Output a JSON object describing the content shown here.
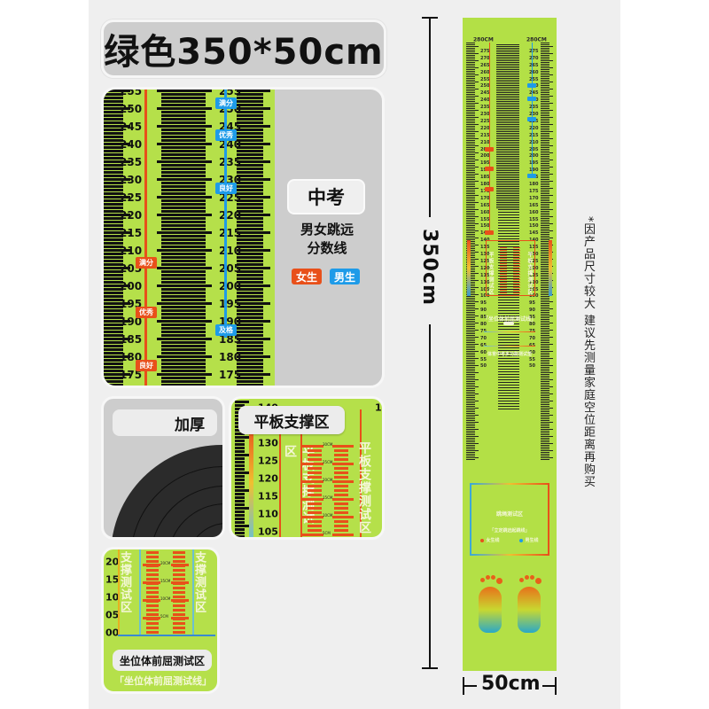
{
  "title": "绿色350*50cm",
  "colors": {
    "mat_green": "#b5e04a",
    "panel_gray": "#cdcdcd",
    "stage_bg": "#efefef",
    "girls_orange": "#e8501a",
    "boys_blue": "#1e9be8",
    "text_dark": "#111111"
  },
  "main_panel": {
    "ruler_values": [
      "255",
      "250",
      "245",
      "240",
      "235",
      "230",
      "225",
      "220",
      "215",
      "210",
      "205",
      "200",
      "195",
      "190",
      "185",
      "180",
      "175"
    ],
    "girls_markers": [
      {
        "label": "满分",
        "value": 205
      },
      {
        "label": "优秀",
        "value": 191
      },
      {
        "label": "良好",
        "value": 176
      }
    ],
    "boys_markers": [
      {
        "label": "满分",
        "value": 250
      },
      {
        "label": "优秀",
        "value": 241
      },
      {
        "label": "良好",
        "value": 226
      },
      {
        "label": "及格",
        "value": 186
      }
    ],
    "exam_title": "中考",
    "subtitle_line1": "男女跳远",
    "subtitle_line2": "分数线",
    "legend": [
      {
        "label": "女生",
        "color": "#e8501a"
      },
      {
        "label": "男生",
        "color": "#1e9be8"
      }
    ]
  },
  "thick_panel": {
    "label": "加厚"
  },
  "plank_panel": {
    "label": "平板支撑区",
    "ruler_values": [
      "140",
      "135",
      "130",
      "125",
      "120",
      "115",
      "110",
      "105"
    ],
    "vertical_text": "平板支撑测试区",
    "cm_marks": [
      "30CM",
      "25CM",
      "20CM",
      "15CM",
      "10CM",
      "5CM"
    ]
  },
  "sit_panel": {
    "vertical_text": "支撑测试区",
    "cm_marks": [
      "20CM",
      "15CM",
      "10CM",
      "5CM"
    ],
    "left_values": [
      "20",
      "15",
      "10",
      "05",
      "00"
    ],
    "label": "坐位体前屈测试区",
    "line_label": "「坐位体前屈测试线」"
  },
  "dimensions": {
    "length": "350cm",
    "width": "50cm"
  },
  "mat": {
    "top_label_left": "280CM",
    "top_label_right": "280CM",
    "ruler_values": [
      "275",
      "270",
      "265",
      "260",
      "255",
      "250",
      "245",
      "240",
      "235",
      "230",
      "225",
      "220",
      "215",
      "210",
      "205",
      "200",
      "195",
      "190",
      "185",
      "180",
      "175",
      "170",
      "165",
      "160",
      "155",
      "150",
      "145",
      "140",
      "135",
      "130",
      "125",
      "120",
      "115",
      "110",
      "105",
      "100",
      "95",
      "90",
      "85",
      "80",
      "75",
      "70",
      "65",
      "60",
      "55",
      "50"
    ],
    "plank_text": "平板支撑测试区",
    "sit_line_text": "「坐位体前屈测试线」",
    "multi_text": "体育中考多功能测试垫",
    "rope_zone": "跳绳测试区",
    "jump_start": "「立定跳远起跳线」",
    "girls_line": "女生线",
    "boys_line": "男生线"
  },
  "note": "*因产品尺寸较大 建议先测量家庭空位距离再购买"
}
